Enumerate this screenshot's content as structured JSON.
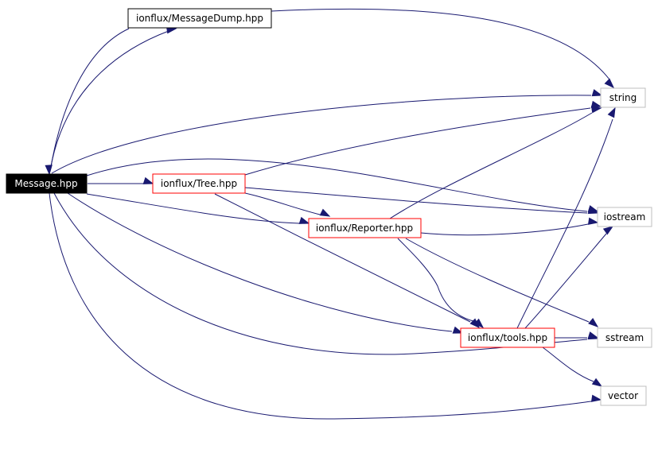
{
  "colors": {
    "edge": "#191970",
    "root_fill": "#000000",
    "root_text": "#ffffff",
    "internal_border": "#ff0000",
    "external_border": "#bfbfbf",
    "plain_border": "#000000",
    "text": "#000000"
  },
  "nodes": {
    "message": {
      "label": "Message.hpp",
      "style": "root"
    },
    "messagedump": {
      "label": "ionflux/MessageDump.hpp",
      "style": "plain"
    },
    "tree": {
      "label": "ionflux/Tree.hpp",
      "style": "internal"
    },
    "reporter": {
      "label": "ionflux/Reporter.hpp",
      "style": "internal"
    },
    "tools": {
      "label": "ionflux/tools.hpp",
      "style": "internal"
    },
    "string": {
      "label": "string",
      "style": "external"
    },
    "iostream": {
      "label": "iostream",
      "style": "external"
    },
    "sstream": {
      "label": "sstream",
      "style": "external"
    },
    "vector": {
      "label": "vector",
      "style": "external"
    }
  },
  "edges": [
    {
      "from": "message",
      "to": "messagedump"
    },
    {
      "from": "messagedump",
      "to": "message"
    },
    {
      "from": "messagedump",
      "to": "string"
    },
    {
      "from": "message",
      "to": "string"
    },
    {
      "from": "message",
      "to": "tree"
    },
    {
      "from": "message",
      "to": "iostream"
    },
    {
      "from": "message",
      "to": "reporter"
    },
    {
      "from": "message",
      "to": "tools"
    },
    {
      "from": "message",
      "to": "sstream"
    },
    {
      "from": "message",
      "to": "vector"
    },
    {
      "from": "tree",
      "to": "string"
    },
    {
      "from": "tree",
      "to": "iostream"
    },
    {
      "from": "tree",
      "to": "reporter"
    },
    {
      "from": "tree",
      "to": "tools"
    },
    {
      "from": "reporter",
      "to": "string"
    },
    {
      "from": "reporter",
      "to": "iostream"
    },
    {
      "from": "reporter",
      "to": "tools"
    },
    {
      "from": "reporter",
      "to": "sstream"
    },
    {
      "from": "tools",
      "to": "string"
    },
    {
      "from": "tools",
      "to": "iostream"
    },
    {
      "from": "tools",
      "to": "sstream"
    },
    {
      "from": "tools",
      "to": "vector"
    }
  ]
}
